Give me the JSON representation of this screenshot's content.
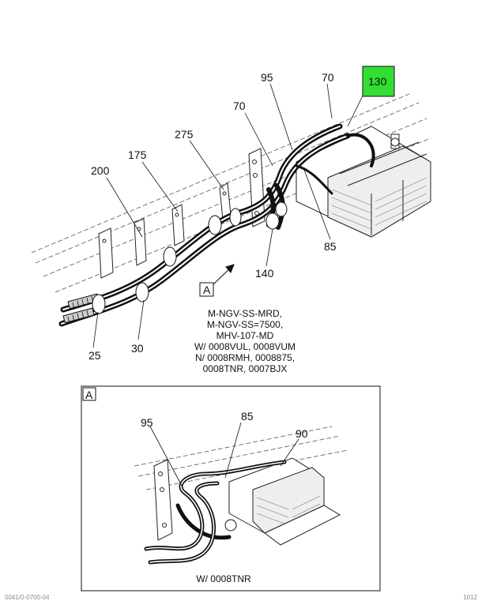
{
  "main_view": {
    "callouts": {
      "c95": "95",
      "c70_right": "70",
      "c130": "130",
      "c70_left": "70",
      "c275": "275",
      "c175": "175",
      "c200": "200",
      "c85": "85",
      "c140": "140",
      "c25": "25",
      "c30": "30"
    },
    "highlight_color": "#33dd33",
    "view_marker": "A",
    "notes": [
      "M-NGV-SS-MRD,",
      "M-NGV-SS=7500,",
      "MHV-107-MD",
      "W/ 0008VUL, 0008VUM",
      "N/ 0008RMH, 0008875,",
      "0008TNR, 0007BJX"
    ]
  },
  "detail_view": {
    "marker": "A",
    "callouts": {
      "c95": "95",
      "c85": "85",
      "c90": "90"
    },
    "caption": "W/ 0008TNR"
  },
  "footer": {
    "left": "0041/0-0700-04",
    "right": "1012"
  }
}
